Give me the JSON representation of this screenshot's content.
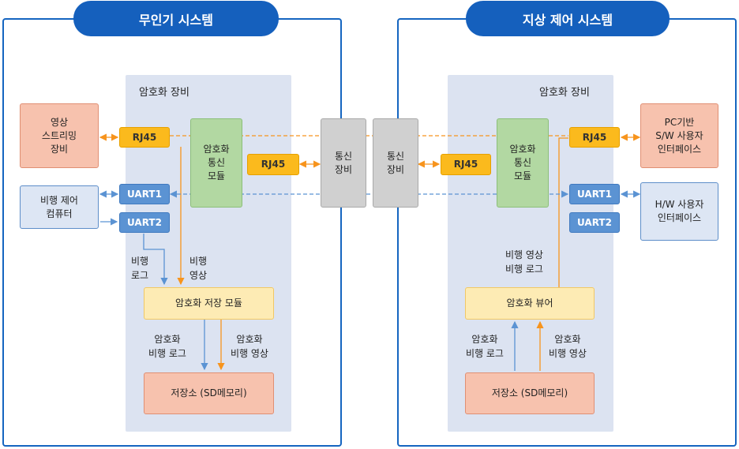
{
  "systems": {
    "drone": {
      "title": "무인기 시스템",
      "equipment_title": "암호화 장비",
      "video_device": "영상\n스트리밍\n장비",
      "flight_computer": "비행 제어\n컴퓨터",
      "rj45_in": "RJ45",
      "uart1": "UART1",
      "uart2": "UART2",
      "crypto_comm_module": "암호화\n통신\n모듈",
      "rj45_out": "RJ45",
      "label_flight_log": "비행\n로그",
      "label_flight_video": "비행\n영상",
      "storage_module": "암호화 저장 모듈",
      "label_enc_log": "암호화\n비행 로그",
      "label_enc_video": "암호화\n비행 영상",
      "sd_storage": "저장소 (SD메모리)"
    },
    "comm": {
      "left": "통신\n장비",
      "right": "통신\n장비"
    },
    "ground": {
      "title": "지상 제어 시스템",
      "equipment_title": "암호화 장비",
      "rj45_in": "RJ45",
      "crypto_comm_module": "암호화\n통신\n모듈",
      "rj45_out": "RJ45",
      "uart1": "UART1",
      "uart2": "UART2",
      "pc_sw_ui": "PC기반\nS/W 사용자\n인터페이스",
      "hw_ui": "H/W 사용자\n인터페이스",
      "label_flight_video_log": "비행 영상\n비행 로그",
      "viewer": "암호화 뷰어",
      "label_enc_log": "암호화\n비행 로그",
      "label_enc_video": "암호화\n비행 영상",
      "sd_storage": "저장소 (SD메모리)"
    }
  },
  "colors": {
    "frame_border": "#1565c0",
    "orange_line": "#f7941d",
    "blue_line": "#5b93d3"
  }
}
